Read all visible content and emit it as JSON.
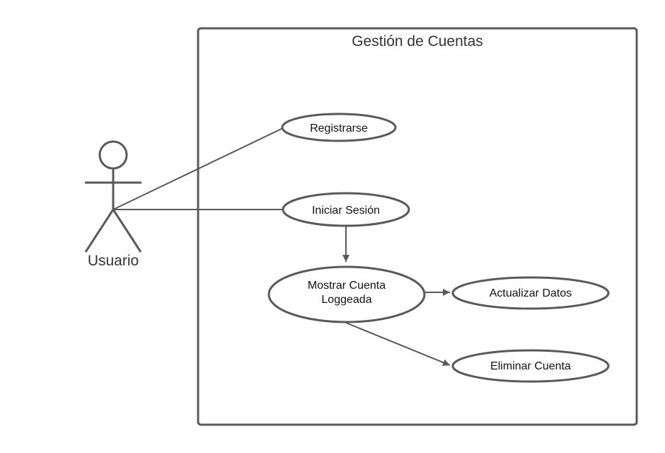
{
  "colors": {
    "line": "#595959",
    "text": "#111111",
    "title": "#333333",
    "background": "#ffffff"
  },
  "system": {
    "title": "Gestión de Cuentas"
  },
  "actor": {
    "label": "Usuario"
  },
  "use_cases": {
    "registrarse": "Registrarse",
    "iniciar_sesion": "Iniciar Sesión",
    "mostrar_cuenta": [
      "Mostrar Cuenta",
      "Loggeada"
    ],
    "actualizar_datos": "Actualizar Datos",
    "eliminar_cuenta": "Eliminar Cuenta"
  },
  "relations": [
    {
      "from": "Usuario",
      "to": "Registrarse",
      "kind": "association"
    },
    {
      "from": "Usuario",
      "to": "Iniciar Sesión",
      "kind": "association"
    },
    {
      "from": "Iniciar Sesión",
      "to": "Mostrar Cuenta Loggeada",
      "kind": "arrow"
    },
    {
      "from": "Mostrar Cuenta Loggeada",
      "to": "Actualizar Datos",
      "kind": "arrow"
    },
    {
      "from": "Mostrar Cuenta Loggeada",
      "to": "Eliminar Cuenta",
      "kind": "arrow"
    }
  ]
}
